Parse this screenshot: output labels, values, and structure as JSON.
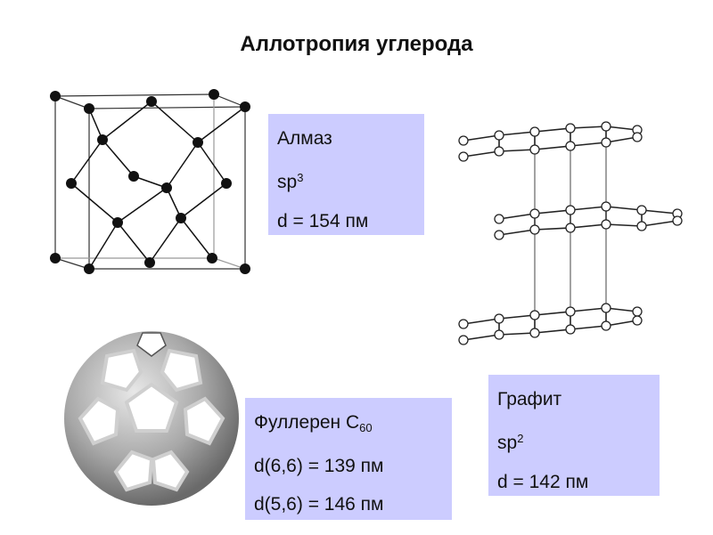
{
  "title": "Аллотропия углерода",
  "diamond": {
    "name": "Алмаз",
    "hyb_base": "sp",
    "hyb_sup": "3",
    "bond": "d = 154 пм"
  },
  "fullerene": {
    "name_base": "Фуллерен С",
    "name_sub": "60",
    "bond_text": "d(6,6) = 139 пм d(5,6) = 146 пм"
  },
  "graphite": {
    "name": "Графит",
    "hyb_base": "sp",
    "hyb_sup": "2",
    "bond": "d = 142 пм"
  },
  "colors": {
    "label_box": "#ccccff",
    "atom_dark": "#111111",
    "fullerene_cage": "#9a9a9a"
  }
}
